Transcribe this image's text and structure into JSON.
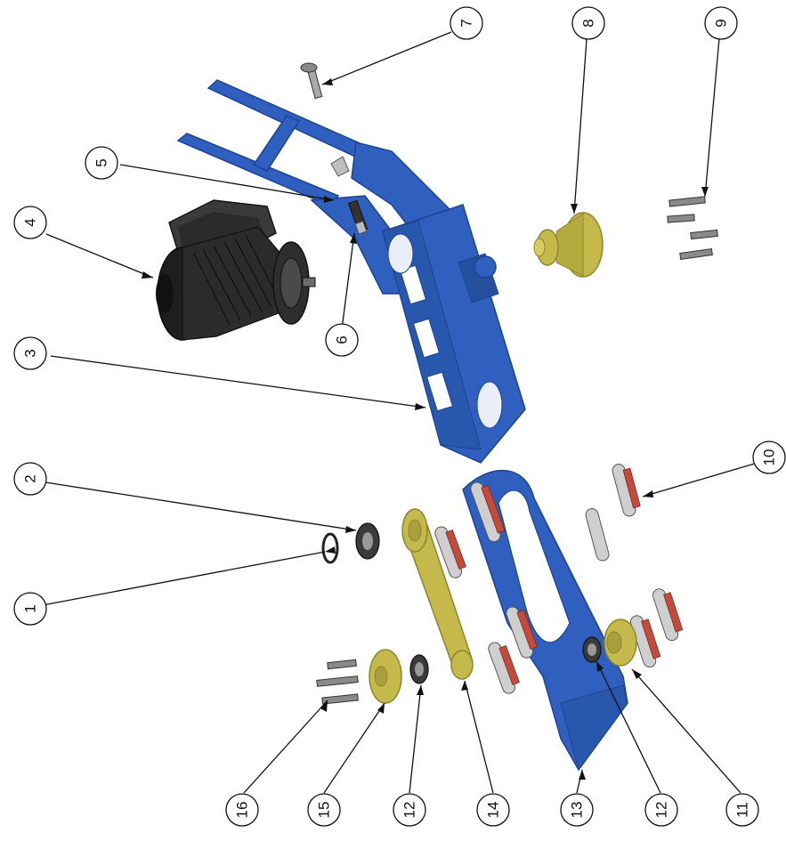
{
  "diagram": {
    "colors": {
      "frame_blue": "#2f5fbf",
      "frame_blue_dark": "#1f448f",
      "brass": "#c4b94a",
      "brass_dark": "#8e8532",
      "motor": "#2b2b2b",
      "motor_dark": "#151515",
      "rubber_red": "#c44a3a",
      "link_grey": "#cfcfcf",
      "leader": "#111111",
      "bearing": "#3a3a3a"
    },
    "balloons": [
      {
        "id": "b1",
        "label": "1"
      },
      {
        "id": "b2",
        "label": "2"
      },
      {
        "id": "b3",
        "label": "3"
      },
      {
        "id": "b4",
        "label": "4"
      },
      {
        "id": "b5",
        "label": "5"
      },
      {
        "id": "b6",
        "label": "6"
      },
      {
        "id": "b7",
        "label": "7"
      },
      {
        "id": "b8",
        "label": "8"
      },
      {
        "id": "b9",
        "label": "9"
      },
      {
        "id": "b10",
        "label": "10"
      },
      {
        "id": "b11",
        "label": "11"
      },
      {
        "id": "b12a",
        "label": "12"
      },
      {
        "id": "b13",
        "label": "13"
      },
      {
        "id": "b12b",
        "label": "12"
      },
      {
        "id": "b14",
        "label": "14"
      },
      {
        "id": "b15",
        "label": "15"
      },
      {
        "id": "b16",
        "label": "16"
      }
    ]
  }
}
